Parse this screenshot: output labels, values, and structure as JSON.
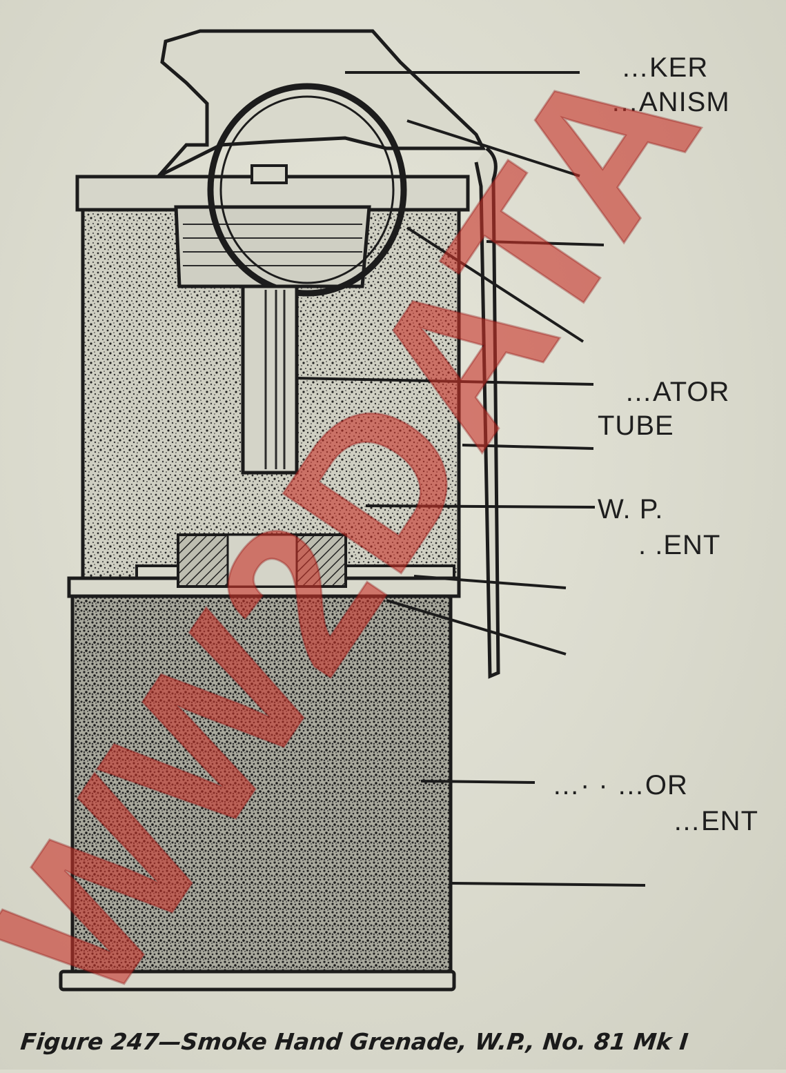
{
  "labels": {
    "striker": [
      "…KER",
      "…ANISM"
    ],
    "tube": [
      "…ATOR",
      "TUBE"
    ],
    "wp": [
      "W. P.",
      ". .ENT"
    ],
    "lower": [
      "…· · …OR",
      "…ENT"
    ]
  },
  "caption": "Figure 247—Smoke Hand Grenade, W.P., No. 81 Mk I",
  "watermark": "WW2DATA",
  "colors": {
    "paper": "#dcdccf",
    "ink": "#1e1e1e",
    "watermark": "#c8322a"
  }
}
